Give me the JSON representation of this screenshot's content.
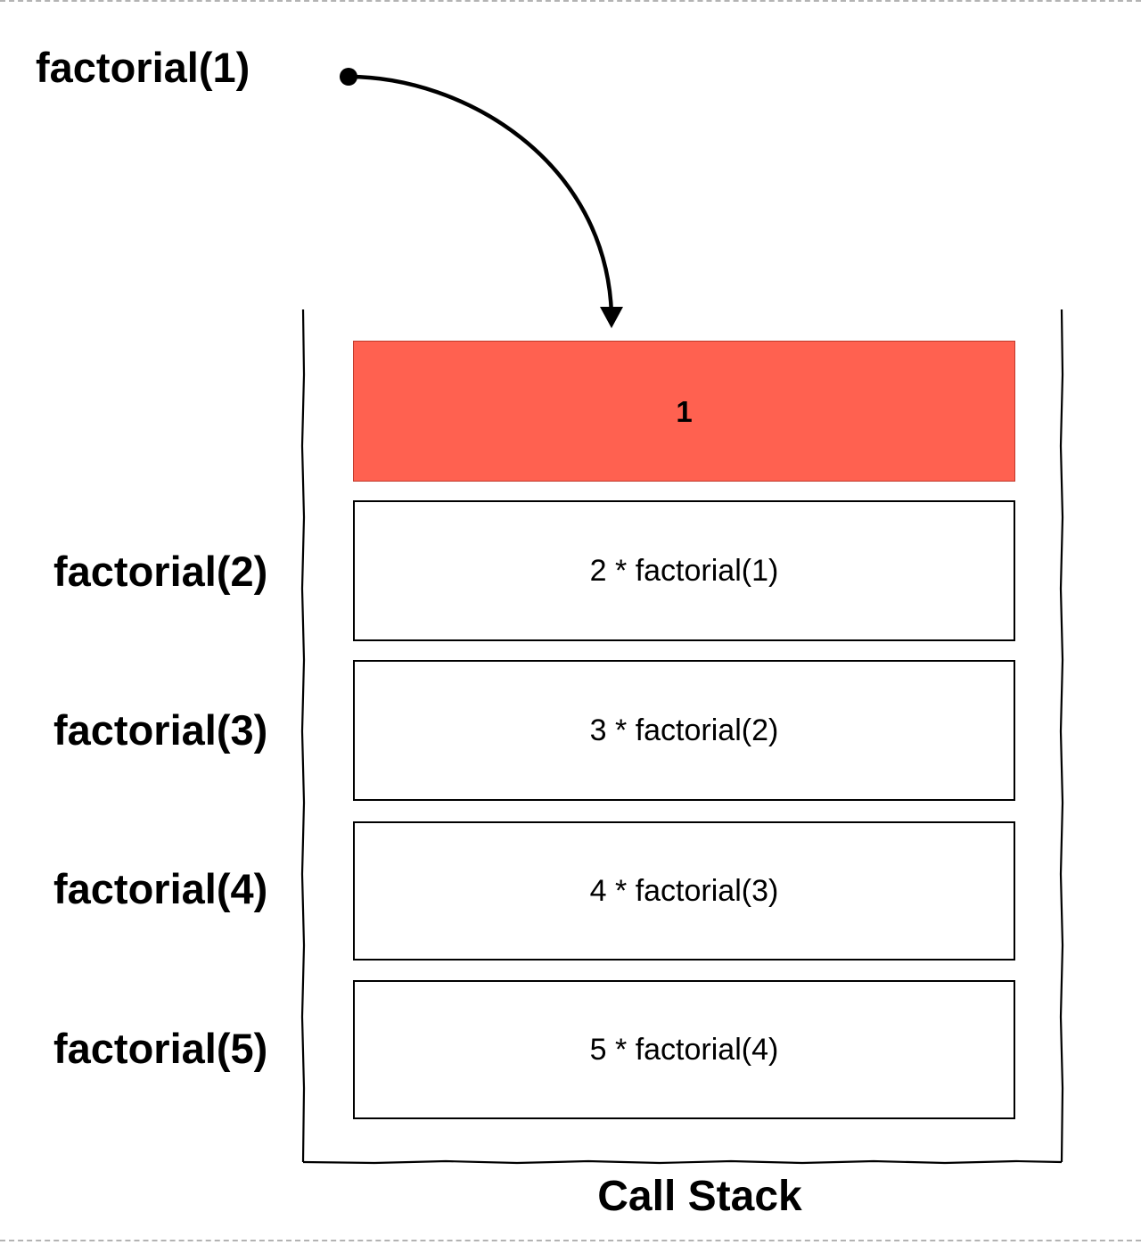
{
  "incoming_call": "factorial(1)",
  "stack_title": "Call Stack",
  "top_frame": {
    "value": "1",
    "color": "#ff6150"
  },
  "frames": [
    {
      "label": "factorial(2)",
      "expression": "2 * factorial(1)"
    },
    {
      "label": "factorial(3)",
      "expression": "3 * factorial(2)"
    },
    {
      "label": "factorial(4)",
      "expression": "4 * factorial(3)"
    },
    {
      "label": "factorial(5)",
      "expression": "5 * factorial(4)"
    }
  ]
}
